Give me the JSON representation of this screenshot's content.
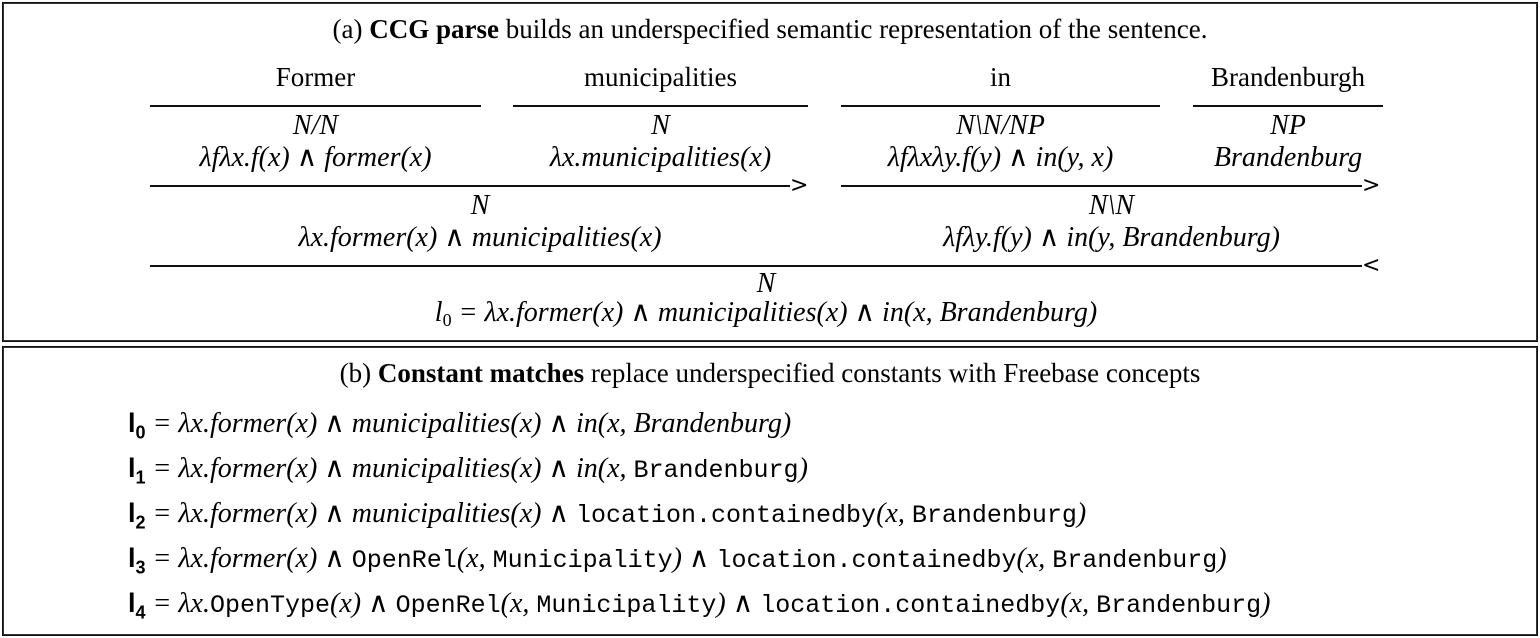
{
  "panel_a": {
    "caption_prefix": "(a) ",
    "caption_bold": "CCG parse",
    "caption_rest": " builds an underspecified semantic representation of the sentence.",
    "words": [
      {
        "text": "Former",
        "category": "N/N",
        "semantics": "λfλx.f(x) ∧ former(x)"
      },
      {
        "text": "municipalities",
        "category": "N",
        "semantics": "λx.municipalities(x)"
      },
      {
        "text": "in",
        "category": "N\\N/NP",
        "semantics": "λfλxλy.f(y) ∧ in(y, x)"
      },
      {
        "text": "Brandenburgh",
        "category": "NP",
        "semantics": "Brandenburg"
      }
    ],
    "step2": [
      {
        "rule": ">",
        "category": "N",
        "semantics": "λx.former(x) ∧ municipalities(x)"
      },
      {
        "rule": ">",
        "category": "N\\N",
        "semantics": "λfλy.f(y) ∧ in(y, Brandenburg)"
      }
    ],
    "step3": {
      "rule": "<",
      "category": "N",
      "label": "l",
      "label_sub": "0",
      "semantics": " = λx.former(x) ∧ municipalities(x) ∧ in(x, Brandenburg)"
    }
  },
  "panel_b": {
    "caption_prefix": "(b) ",
    "caption_bold": "Constant matches",
    "caption_rest": " replace underspecified constants with Freebase concepts",
    "forms": [
      {
        "label": "l",
        "sub": "0",
        "parts": [
          {
            "t": " = λx.former(x) ∧ municipalities(x) ∧ in(x, ",
            "mono": false
          },
          {
            "t": "Brandenburg",
            "mono": false
          },
          {
            "t": ")",
            "mono": false
          }
        ]
      },
      {
        "label": "l",
        "sub": "1",
        "parts": [
          {
            "t": " = λx.former(x) ∧ municipalities(x) ∧ in(x, ",
            "mono": false
          },
          {
            "t": "Brandenburg",
            "mono": true
          },
          {
            "t": ")",
            "mono": false
          }
        ]
      },
      {
        "label": "l",
        "sub": "2",
        "parts": [
          {
            "t": " = λx.former(x) ∧ municipalities(x) ∧ ",
            "mono": false
          },
          {
            "t": "location.containedby",
            "mono": true
          },
          {
            "t": "(x, ",
            "mono": false
          },
          {
            "t": "Brandenburg",
            "mono": true
          },
          {
            "t": ")",
            "mono": false
          }
        ]
      },
      {
        "label": "l",
        "sub": "3",
        "parts": [
          {
            "t": " = λx.former(x) ∧ ",
            "mono": false
          },
          {
            "t": "OpenRel",
            "mono": true
          },
          {
            "t": "(x, ",
            "mono": false
          },
          {
            "t": "Municipality",
            "mono": true
          },
          {
            "t": ") ∧ ",
            "mono": false
          },
          {
            "t": "location.containedby",
            "mono": true
          },
          {
            "t": "(x, ",
            "mono": false
          },
          {
            "t": "Brandenburg",
            "mono": true
          },
          {
            "t": ")",
            "mono": false
          }
        ]
      },
      {
        "label": "l",
        "sub": "4",
        "parts": [
          {
            "t": " = λx.",
            "mono": false
          },
          {
            "t": "OpenType",
            "mono": true
          },
          {
            "t": "(x) ∧ ",
            "mono": false
          },
          {
            "t": "OpenRel",
            "mono": true
          },
          {
            "t": "(x, ",
            "mono": false
          },
          {
            "t": "Municipality",
            "mono": true
          },
          {
            "t": ") ∧ ",
            "mono": false
          },
          {
            "t": "location.containedby",
            "mono": true
          },
          {
            "t": "(x, ",
            "mono": false
          },
          {
            "t": "Brandenburg",
            "mono": true
          },
          {
            "t": ")",
            "mono": false
          }
        ]
      }
    ]
  }
}
